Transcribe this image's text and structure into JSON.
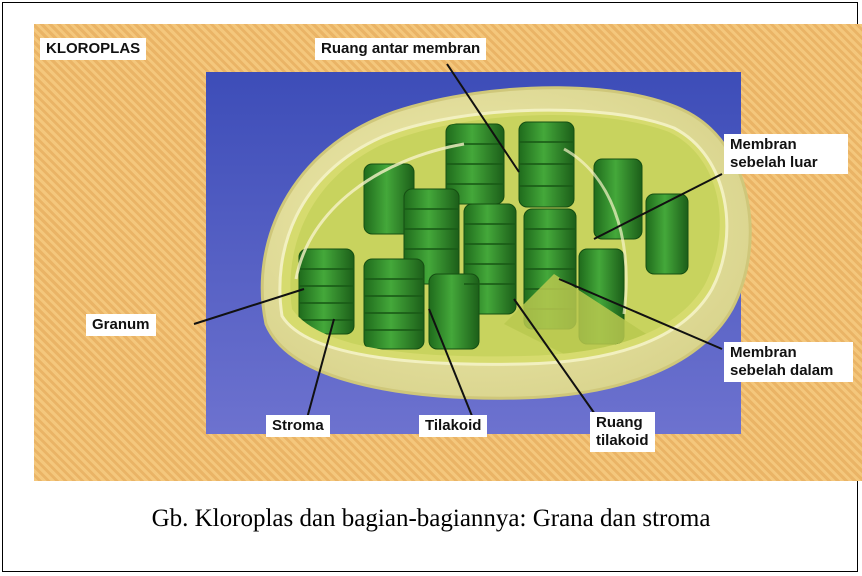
{
  "figure": {
    "title": "KLOROPLAS",
    "labels": {
      "ruang_antar_membran": "Ruang antar membran",
      "membran_luar": [
        "Membran",
        "sebelah luar"
      ],
      "granum": "Granum",
      "membran_dalam": [
        "Membran",
        "sebelah dalam"
      ],
      "stroma": "Stroma",
      "tilakoid": "Tilakoid",
      "ruang_tilakoid": [
        "Ruang",
        "tilakoid"
      ]
    }
  },
  "caption": "Gb. Kloroplas dan bagian-bagiannya: Grana dan stroma",
  "colors": {
    "background": "#eab466",
    "panel": "#5a63c4",
    "outer_membrane": "#e9e6a8",
    "grana": "#2f8a2a",
    "stroma": "#d9df7a"
  }
}
